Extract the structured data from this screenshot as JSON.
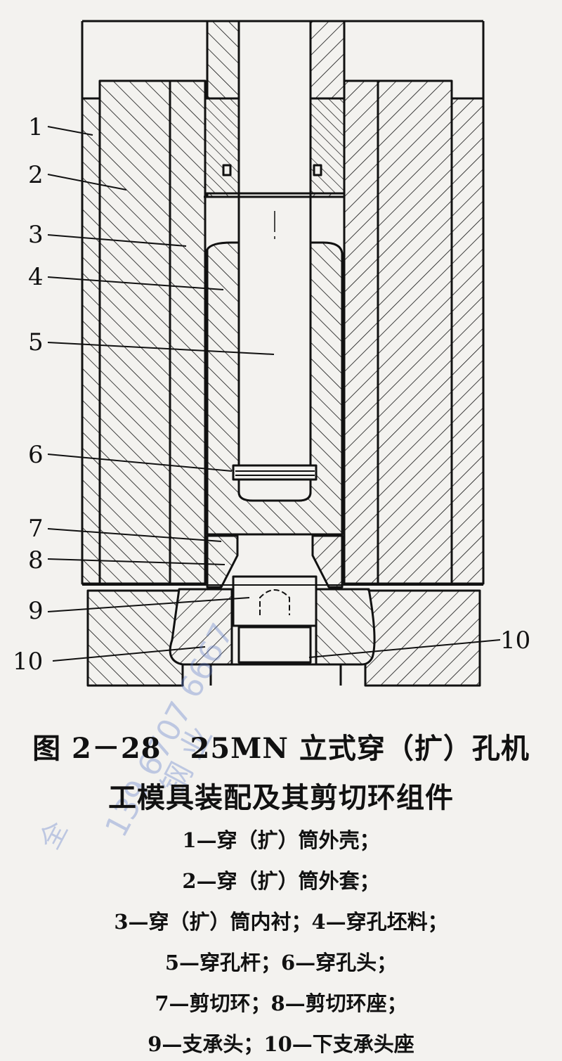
{
  "labels": [
    "1",
    "2",
    "3",
    "4",
    "5",
    "6",
    "7",
    "8",
    "9",
    "10",
    "10"
  ],
  "caption": {
    "title_line1": "图 2－28　25MN 立式穿（扩）孔机",
    "title_line2": "工模具装配及其剪切环组件",
    "legend_lines": [
      "1—穿（扩）筒外壳；",
      "2—穿（扩）筒外套；",
      "3—穿（扩）筒内衬；4—穿孔坯料；",
      "5—穿孔杆；6—穿孔头；",
      "7—剪切环；8—剪切环座；",
      "9—支承头；10—下支承头座"
    ]
  },
  "watermark": {
    "line_a": "全",
    "line_b": "139 6707 6667",
    "line_c": "钢 业"
  },
  "colors": {
    "ink": "#111111",
    "paper": "#f3f2ef",
    "watermark": "#5a78c8"
  }
}
